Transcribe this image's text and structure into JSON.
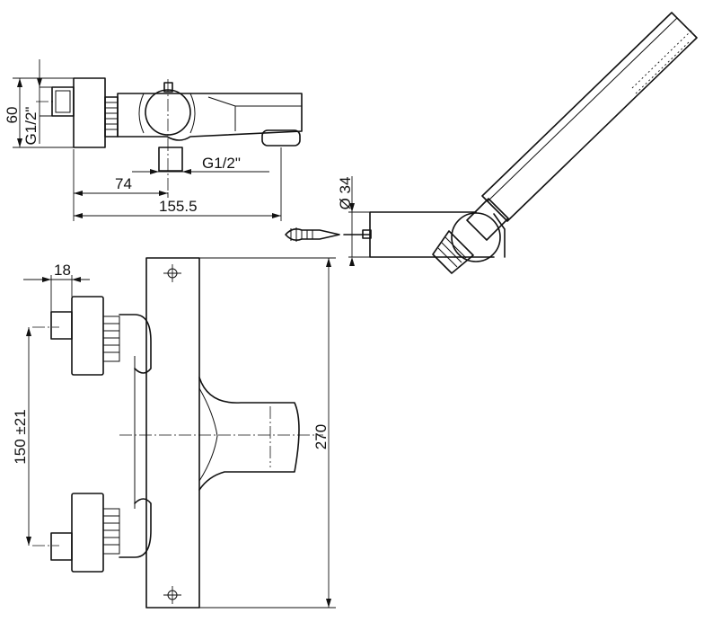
{
  "dimensions": {
    "height_top": "60",
    "thread_side": "G1/2\"",
    "thread_outlet": "G1/2\"",
    "outlet_offset": "74",
    "overall_depth": "155.5",
    "holder_diameter": "Ø 34",
    "flange_depth": "18",
    "inlet_centers": "150 ±21",
    "overall_height": "270"
  },
  "colors": {
    "line": "#111111",
    "background": "#ffffff"
  }
}
